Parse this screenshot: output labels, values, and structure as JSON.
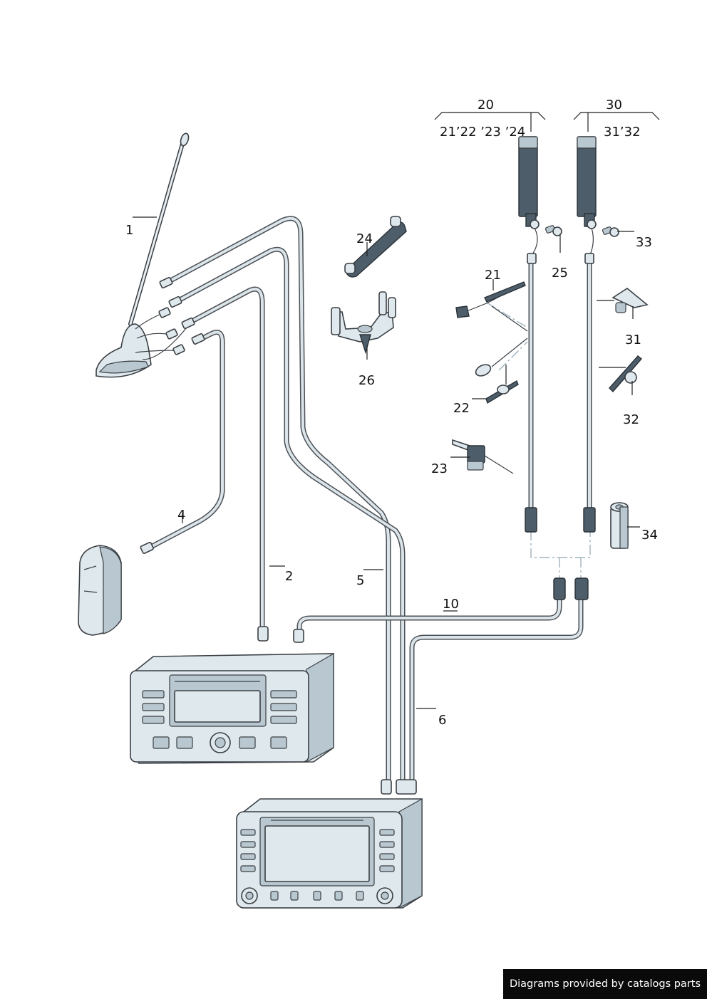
{
  "callouts": {
    "c1": "1",
    "c2": "2",
    "c4": "4",
    "c5": "5",
    "c6": "6",
    "c10": "10",
    "c20": "20",
    "c21": "21",
    "c22": "22",
    "c23": "23",
    "c24": "24",
    "c25": "25",
    "c26": "26",
    "c30": "30",
    "c31": "31",
    "c32": "32",
    "c33": "33",
    "c34": "34",
    "group20_items": "21’22 ’23 ’24",
    "group30_items": "31’32"
  },
  "footer": {
    "credit": "Diagrams provided by catalogs parts"
  },
  "colors": {
    "part_fill": "#dfe8ec",
    "part_dark": "#4d5e6a",
    "outline": "#3a3f44",
    "footer_bg": "#0a0a0a"
  }
}
